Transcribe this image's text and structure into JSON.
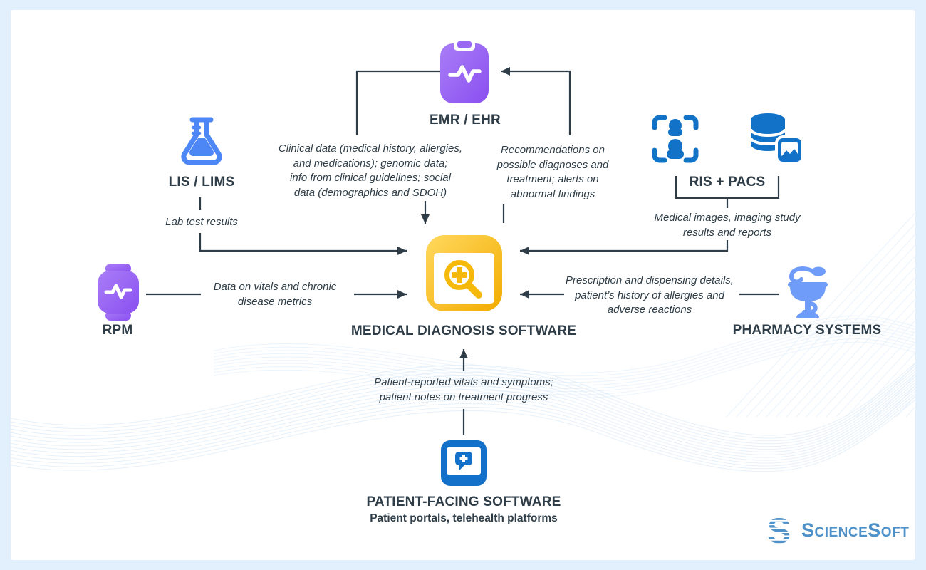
{
  "nodes": {
    "emr": {
      "label": "EMR / EHR"
    },
    "lis": {
      "label": "LIS / LIMS"
    },
    "ris": {
      "label": "RIS + PACS"
    },
    "rpm": {
      "label": "RPM"
    },
    "pharmacy": {
      "label": "PHARMACY SYSTEMS"
    },
    "center": {
      "label": "MEDICAL DIAGNOSIS SOFTWARE"
    },
    "patient": {
      "label": "PATIENT-FACING SOFTWARE",
      "sublabel": "Patient portals, telehealth platforms"
    }
  },
  "flows": {
    "emr_to_center": {
      "lines": [
        "Clinical data (medical history, allergies,",
        "and medications); genomic data;",
        "info from clinical guidelines; social",
        "data (demographics and SDOH)"
      ]
    },
    "center_to_emr": {
      "lines": [
        "Recommendations on",
        "possible diagnoses and",
        "treatment; alerts on",
        "abnormal findings"
      ]
    },
    "lis_to_center": {
      "lines": [
        "Lab test results"
      ]
    },
    "ris_to_center": {
      "lines": [
        "Medical images, imaging study",
        "results and reports"
      ]
    },
    "rpm_to_center": {
      "lines": [
        "Data on vitals and chronic",
        "disease metrics"
      ]
    },
    "pharmacy_to_center": {
      "lines": [
        "Prescription and dispensing details,",
        "patient’s history of allergies and",
        "adverse reactions"
      ]
    },
    "patient_to_center": {
      "lines": [
        "Patient-reported vitals and symptoms;",
        "patient notes on treatment progress"
      ]
    }
  },
  "icons": {
    "emr": "clipboard-pulse-icon",
    "lis": "lab-flask-icon",
    "ris_scan": "body-scan-icon",
    "ris_db": "imaging-database-icon",
    "rpm": "smartwatch-pulse-icon",
    "pharmacy": "bowl-of-hygieia-icon",
    "center": "magnifier-cross-icon",
    "patient": "chat-cross-monitor-icon"
  },
  "logo": {
    "text": "ScienceSoft"
  },
  "colors": {
    "ink": "#2e3d47",
    "purple": "#9061f2",
    "blue_bright": "#4c87f5",
    "blue_dark": "#1272c8",
    "blue_light": "#6f9cf8",
    "yellow": "#f8b700",
    "logo_blue": "#4e90c8",
    "background": "#e2effd",
    "card": "#ffffff"
  }
}
